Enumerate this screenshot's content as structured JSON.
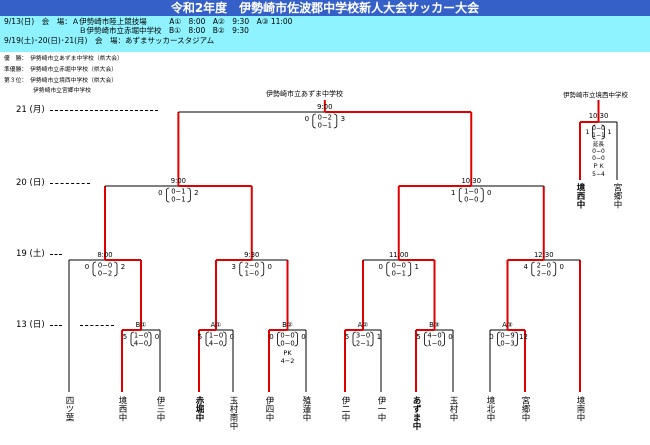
{
  "header": {
    "title": "令和2年度　伊勢崎市佐波郡中学校新人大会サッカー大会",
    "line1": "9/13(日)　会　場：Ａ伊勢崎市陸上競技場　　　A①　8:00　A②　9:30　A③ 11:00",
    "line2": "　　　　　　　　　　Ｂ伊勢崎市立赤堀中学校　B①　8:00　B②　9:30",
    "line3": "9/19(土)･20(日)･21(月)　会　場：あずまサッカースタジアム"
  },
  "winners": {
    "first": "優　勝：　伊勢崎市立あずま中学校（県大会）",
    "second": "準優勝：　伊勢崎市立赤堀中学校（県大会）",
    "third1": "第３位：　伊勢崎市立境西中学校（県大会）",
    "third2": "　　　　　伊勢崎市立宮郷中学校"
  },
  "labels": {
    "champion": "伊勢崎市立あずま中学校",
    "third_place_winner": "伊勢崎市立境西中学校"
  },
  "rounds": {
    "r21": "21 (月)",
    "r20": "20 (日)",
    "r19": "19 (土)",
    "r13": "13 (日)"
  },
  "teams": [
    "四ツ葉",
    "境西中",
    "伊三中",
    "赤堀中",
    "玉村南中",
    "伊四中",
    "殖蓮中",
    "伊二中",
    "伊一中",
    "あずま中",
    "玉村中",
    "境北中",
    "宮郷中",
    "境南中"
  ],
  "third_place_teams": [
    "境西中",
    "宮郷中"
  ],
  "matches": {
    "b1": {
      "label": "B①",
      "left": "5",
      "right": "0",
      "s1": "1−0",
      "s2": "4−0"
    },
    "a1": {
      "label": "A①",
      "left": "5",
      "right": "0",
      "s1": "1−0",
      "s2": "4−0"
    },
    "b2": {
      "label": "B②",
      "left": "0",
      "right": "0",
      "s1": "0−0",
      "s2": "0−0",
      "pk_label": "PK",
      "pk": "4−2"
    },
    "a2": {
      "label": "A②",
      "left": "5",
      "right": "1",
      "s1": "3−0",
      "s2": "2−1"
    },
    "b3": {
      "label": "B③",
      "left": "5",
      "right": "0",
      "s1": "4−0",
      "s2": "1−0"
    },
    "a3": {
      "label": "A③",
      "left": "0",
      "right": "12",
      "s1": "0−9",
      "s2": "0−3"
    },
    "q1": {
      "label": "8:00",
      "left": "0",
      "right": "2",
      "s1": "0−0",
      "s2": "0−2"
    },
    "q2": {
      "label": "9:30",
      "left": "3",
      "right": "0",
      "s1": "2−0",
      "s2": "1−0"
    },
    "q3": {
      "label": "11:00",
      "left": "0",
      "right": "1",
      "s1": "0−0",
      "s2": "0−1"
    },
    "q4": {
      "label": "12:30",
      "left": "4",
      "right": "0",
      "s1": "2−0",
      "s2": "2−0"
    },
    "s1": {
      "label": "9:00",
      "left": "0",
      "right": "2",
      "s1": "0−1",
      "s2": "0−1"
    },
    "s2": {
      "label": "10:30",
      "left": "1",
      "right": "0",
      "s1": "1−0",
      "s2": "0−0"
    },
    "f": {
      "label": "9:00",
      "left": "0",
      "right": "3",
      "s1": "0−2",
      "s2": "0−1"
    },
    "t": {
      "label": "10:30",
      "left": "1",
      "right": "1",
      "s1": "0−0",
      "s2": "1−1",
      "et_label": "延長",
      "e1": "0−0",
      "e2": "0−0",
      "pk_label": "ＰＫ",
      "pk": "5−4"
    }
  },
  "colors": {
    "win_line": "#e00000",
    "line": "#000000",
    "title_bg": "#3560c8",
    "info_bg": "#8ff2ff"
  }
}
